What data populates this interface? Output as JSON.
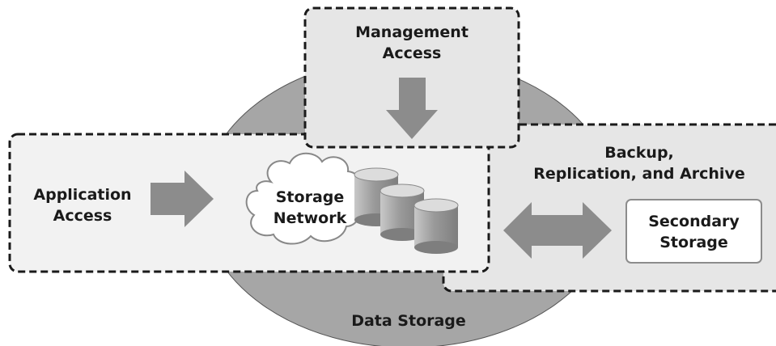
{
  "management": {
    "line1": "Management",
    "line2": "Access"
  },
  "backup": {
    "line1": "Backup,",
    "line2": "Replication, and Archive"
  },
  "application": {
    "line1": "Application",
    "line2": "Access"
  },
  "network": {
    "line1": "Storage",
    "line2": "Network"
  },
  "secondary": {
    "line1": "Secondary",
    "line2": "Storage"
  },
  "data_storage": {
    "label": "Data Storage"
  },
  "colors": {
    "ellipse_fill": "#a6a6a6",
    "box_fill": "#e6e6e6",
    "app_box_fill": "#f2f2f2",
    "arrow_fill": "#8c8c8c",
    "border": "#1a1a1a"
  },
  "icons": {
    "cloud": "cloud-icon",
    "database": "database-icon"
  }
}
